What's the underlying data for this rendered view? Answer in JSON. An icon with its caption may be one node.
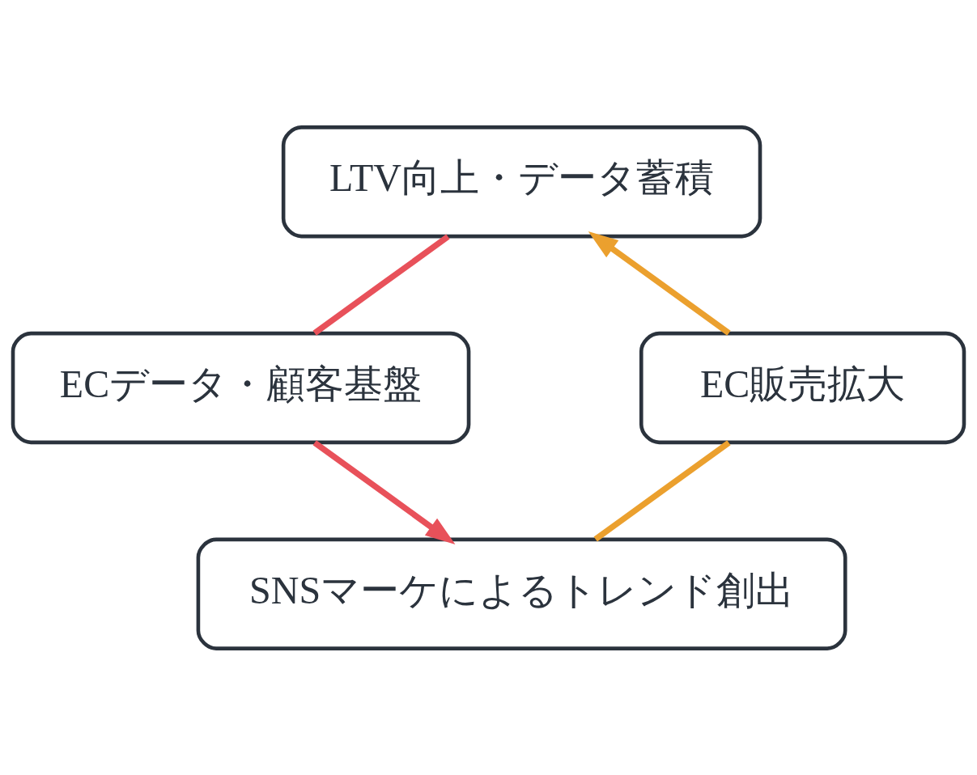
{
  "diagram": {
    "nodes": [
      {
        "text": [
          "LTV向上・データ蓄積"
        ]
      },
      {
        "text": [
          "ECデータ・顧客基盤"
        ]
      },
      {
        "text": [
          "EC販売拡大"
        ]
      },
      {
        "text": [
          "SNSマーケによるトレンド創出"
        ]
      }
    ],
    "edges": [
      {
        "from": 0,
        "to": 1,
        "arrow": "none",
        "color": "#e8515a"
      },
      {
        "from": 1,
        "to": 3,
        "arrow": "to",
        "color": "#e8515a"
      },
      {
        "from": 3,
        "to": 2,
        "arrow": "none",
        "color": "#eba02e"
      },
      {
        "from": 2,
        "to": 0,
        "arrow": "to",
        "color": "#eba02e"
      }
    ]
  }
}
